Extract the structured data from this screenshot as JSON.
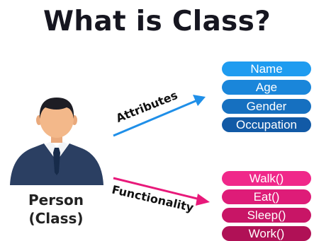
{
  "title": "What is Class?",
  "person": {
    "line1": "Person",
    "line2": "(Class)"
  },
  "attributes": {
    "label": "Attributes",
    "color": "#1f8fe8",
    "items": [
      "Name",
      "Age",
      "Gender",
      "Occupation"
    ],
    "item_colors": [
      "#1f9cf0",
      "#1a86da",
      "#1670c0",
      "#125aa6"
    ]
  },
  "functionality": {
    "label": "Functionality",
    "color": "#e8197a",
    "items": [
      "Walk()",
      "Eat()",
      "Sleep()",
      "Work()"
    ],
    "item_colors": [
      "#f0288a",
      "#de1c78",
      "#c81566",
      "#b01156"
    ]
  }
}
